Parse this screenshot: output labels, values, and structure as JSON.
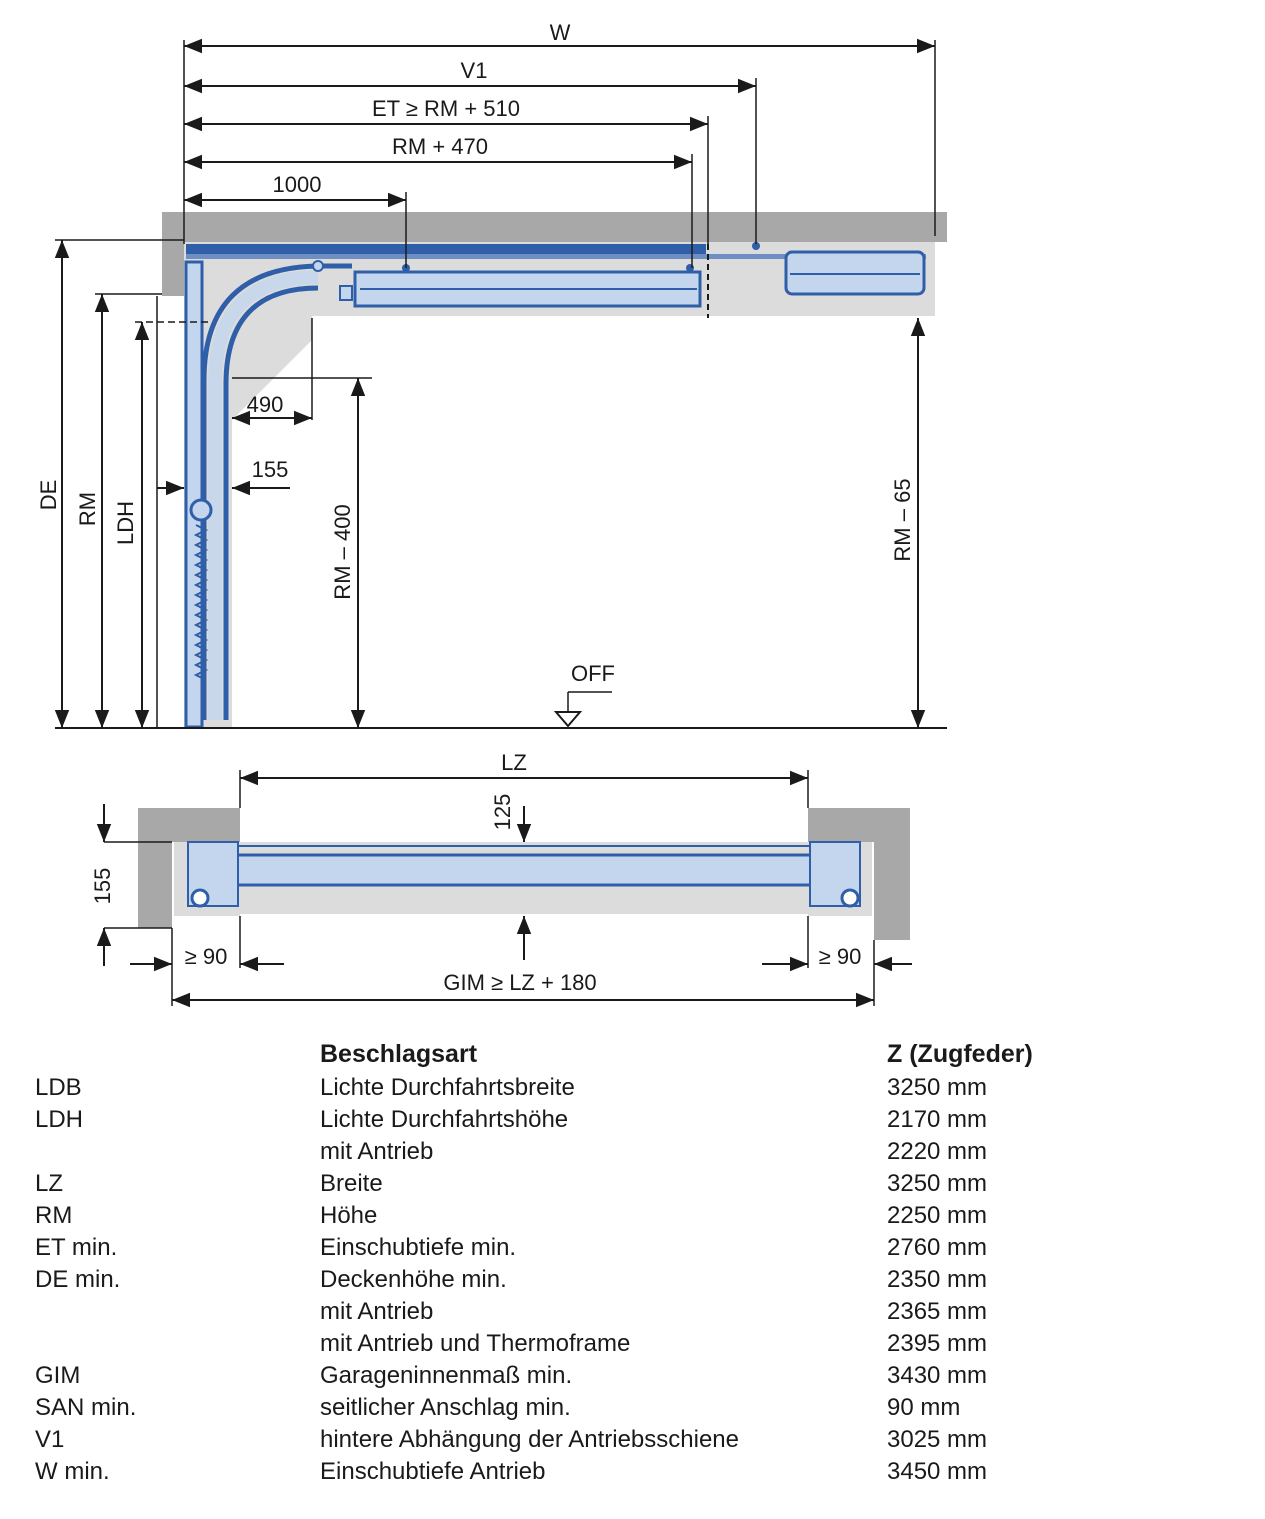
{
  "diagram": {
    "labels": {
      "w": "W",
      "v1": "V1",
      "et": "ET ≥ RM + 510",
      "rm470": "RM + 470",
      "d1000": "1000",
      "d490": "490",
      "d155": "155",
      "de": "DE",
      "rm": "RM",
      "ldh": "LDH",
      "rm400": "RM – 400",
      "rm65": "RM – 65",
      "off": "OFF",
      "lz": "LZ",
      "d125": "125",
      "d155b": "155",
      "ge90l": "≥ 90",
      "ge90r": "≥ 90",
      "gim": "GIM ≥ LZ + 180"
    },
    "colors": {
      "wall": "#a8a8a8",
      "track": "#2f5fa8",
      "panel": "#c4d6ee",
      "recess": "#dcdcdc"
    }
  },
  "table": {
    "header": {
      "col1": "",
      "col2": "Beschlagsart",
      "col3": "Z (Zugfeder)"
    },
    "rows": [
      {
        "abbr": "LDB",
        "desc": "Lichte Durchfahrtsbreite",
        "value": "3250 mm"
      },
      {
        "abbr": "LDH",
        "desc": "Lichte Durchfahrtshöhe",
        "value": "2170 mm"
      },
      {
        "abbr": "",
        "desc": "mit Antrieb",
        "value": "2220 mm"
      },
      {
        "abbr": "LZ",
        "desc": "Breite",
        "value": "3250 mm"
      },
      {
        "abbr": "RM",
        "desc": "Höhe",
        "value": "2250 mm"
      },
      {
        "abbr": "ET min.",
        "desc": "Einschubtiefe min.",
        "value": "2760 mm"
      },
      {
        "abbr": "DE min.",
        "desc": "Deckenhöhe min.",
        "value": "2350 mm"
      },
      {
        "abbr": "",
        "desc": "mit Antrieb",
        "value": "2365 mm"
      },
      {
        "abbr": "",
        "desc": "mit Antrieb und Thermoframe",
        "value": "2395 mm"
      },
      {
        "abbr": "GIM",
        "desc": "Garageninnenmaß min.",
        "value": "3430 mm"
      },
      {
        "abbr": "SAN min.",
        "desc": "seitlicher Anschlag min.",
        "value": "90 mm"
      },
      {
        "abbr": "V1",
        "desc": "hintere Abhängung der Antriebsschiene",
        "value": "3025 mm"
      },
      {
        "abbr": "W min.",
        "desc": "Einschubtiefe Antrieb",
        "value": "3450 mm"
      }
    ]
  }
}
